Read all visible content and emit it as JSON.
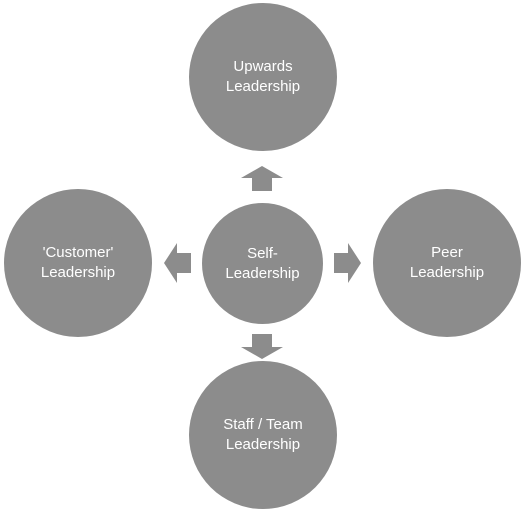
{
  "colors": {
    "node_fill": "#8c8c8c",
    "arrow_fill": "#8c8c8c",
    "text": "#ffffff",
    "background": "#ffffff"
  },
  "nodes": {
    "center": "Self-\nLeadership",
    "top": "Upwards\nLeadership",
    "left": "'Customer'\nLeadership",
    "right": "Peer\nLeadership",
    "bottom": "Staff / Team\nLeadership"
  }
}
